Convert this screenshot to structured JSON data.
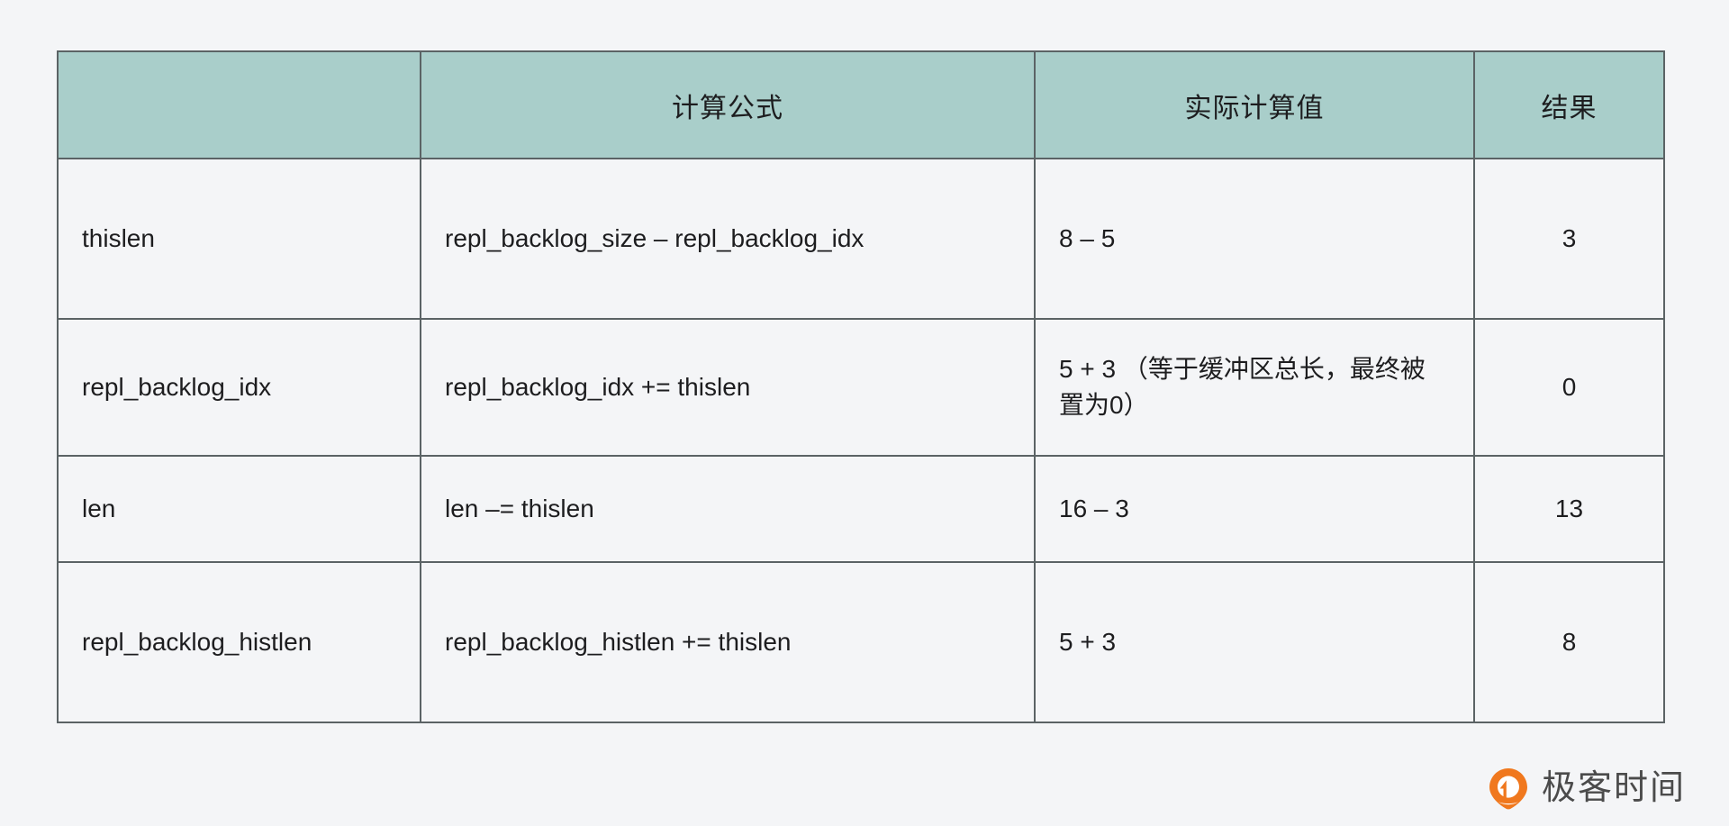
{
  "colors": {
    "page_background": "#f4f5f7",
    "header_fill": "#a9ceca",
    "border": "#5b6365",
    "text": "#1d1d1f",
    "logo_orange": "#f0781e",
    "logo_text": "#4b4b4b"
  },
  "table": {
    "headers": [
      "",
      "计算公式",
      "实际计算值",
      "结果"
    ],
    "rows": [
      {
        "name": "thislen",
        "formula": "repl_backlog_size – repl_backlog_idx",
        "value": "8 – 5",
        "result": "3"
      },
      {
        "name": "repl_backlog_idx",
        "formula": "repl_backlog_idx += thislen",
        "value": "5 + 3 （等于缓冲区总长，最终被置为0）",
        "result": "0"
      },
      {
        "name": "len",
        "formula": "len –= thislen",
        "value": "16 – 3",
        "result": "13"
      },
      {
        "name": "repl_backlog_histlen",
        "formula": "repl_backlog_histlen += thislen",
        "value": "5 + 3",
        "result": "8"
      }
    ]
  },
  "watermark": {
    "brand": "极客时间",
    "icon": "location-pin-icon"
  }
}
